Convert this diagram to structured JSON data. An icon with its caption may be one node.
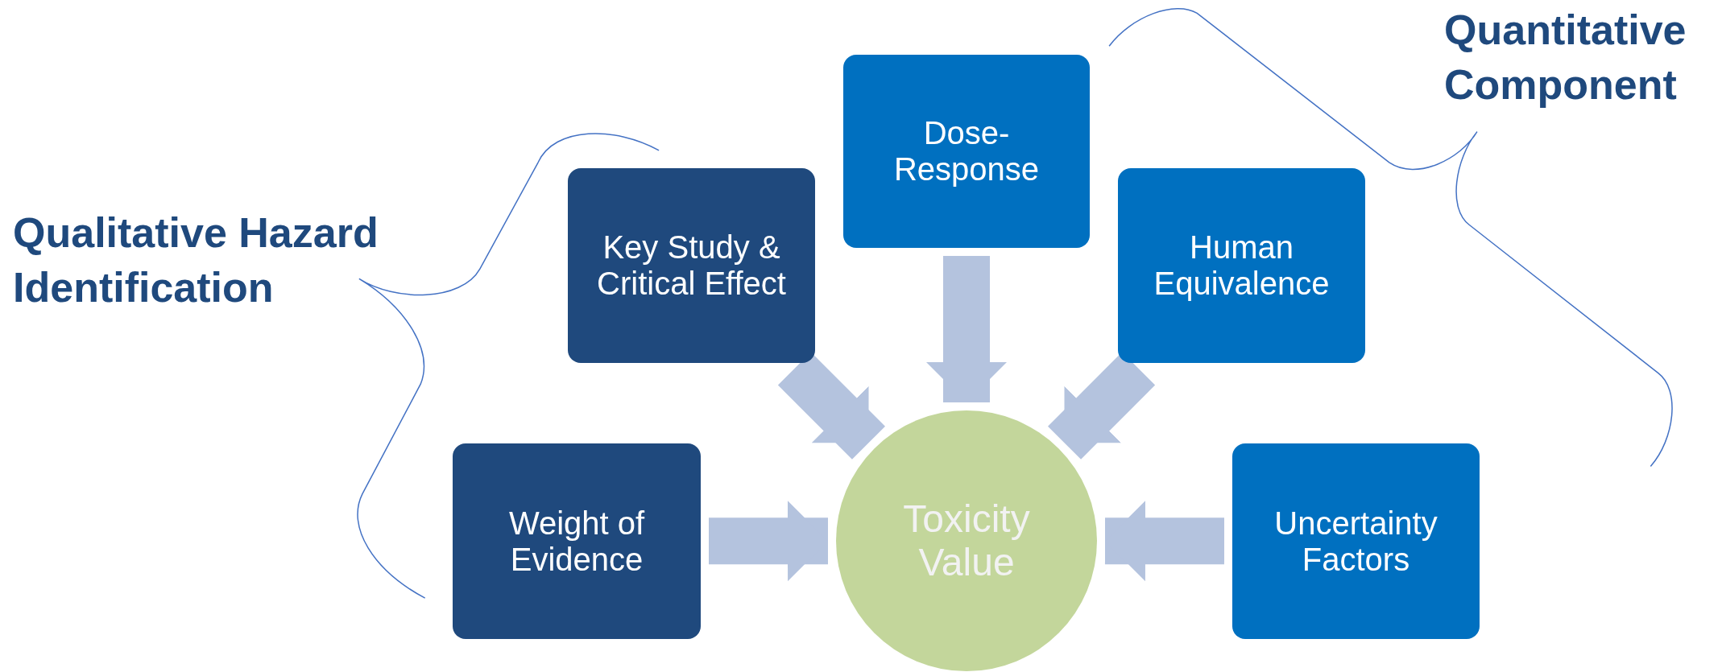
{
  "diagram": {
    "nodes": [
      {
        "text": [
          "Dose-Response"
        ]
      },
      {
        "text": [
          "Key Study & Critical Effect"
        ]
      },
      {
        "text": [
          "Human Equivalence"
        ]
      },
      {
        "text": [
          "Weight of Evidence"
        ]
      },
      {
        "text": [
          "Toxicity Value"
        ]
      },
      {
        "text": [
          "Uncertainty Factors"
        ]
      }
    ],
    "edges": [
      {
        "from": 0,
        "to": 4,
        "arrow": "to"
      },
      {
        "from": 1,
        "to": 4,
        "arrow": "to"
      },
      {
        "from": 2,
        "to": 4,
        "arrow": "to"
      },
      {
        "from": 3,
        "to": 4,
        "arrow": "to"
      },
      {
        "from": 5,
        "to": 4,
        "arrow": "to"
      }
    ],
    "labels": [
      "Quantitative Component",
      "Qualitative Hazard Identification"
    ]
  }
}
